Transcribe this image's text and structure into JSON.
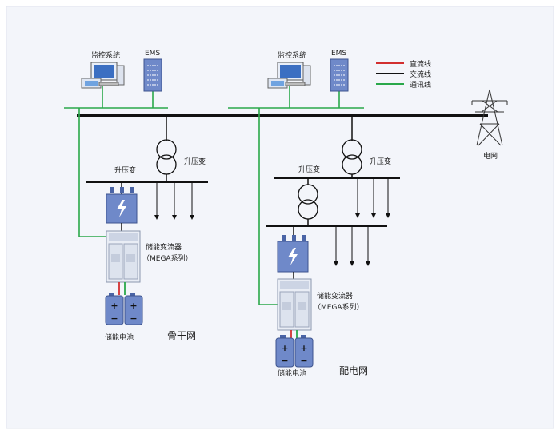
{
  "colors": {
    "background": "#ffffff",
    "panel": "#f3f5fa",
    "dc_line": "#d22f2f",
    "ac_line": "#111111",
    "comm_line": "#2aa84a",
    "device_blue": "#6f89c9",
    "device_dark": "#4a64a6"
  },
  "legend": {
    "dc": "直流线",
    "ac": "交流线",
    "comm": "通讯线"
  },
  "left": {
    "monitor": "监控系统",
    "ems": "EMS",
    "transformer_right": "升压变",
    "transformer_left": "升压变",
    "pcs_line1": "储能变流器",
    "pcs_line2": "（MEGA系列）",
    "battery": "储能电池",
    "network": "骨干网"
  },
  "right": {
    "monitor": "监控系统",
    "ems": "EMS",
    "transformer_upper": "升压变",
    "transformer_lower": "升压变",
    "pcs_line1": "储能变流器",
    "pcs_line2": "（MEGA系列）",
    "battery": "储能电池",
    "network": "配电网"
  },
  "grid": {
    "label": "电网"
  },
  "icons": {
    "battery_plus": "+",
    "battery_minus": "−"
  }
}
